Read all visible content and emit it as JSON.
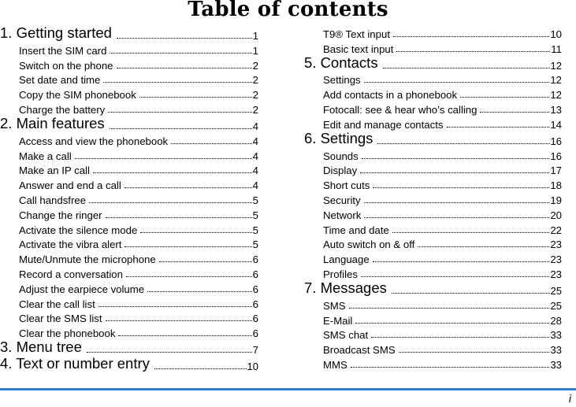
{
  "title": "Table of contents",
  "left_column": [
    {
      "kind": "chapter",
      "label": "1. Getting started",
      "page": "1"
    },
    {
      "kind": "section",
      "label": "Insert the SIM card",
      "page": "1"
    },
    {
      "kind": "section",
      "label": "Switch on the phone",
      "page": "2"
    },
    {
      "kind": "section",
      "label": "Set date and time",
      "page": "2"
    },
    {
      "kind": "section",
      "label": "Copy the SIM phonebook",
      "page": "2"
    },
    {
      "kind": "section",
      "label": "Charge the battery",
      "page": "2"
    },
    {
      "kind": "chapter",
      "label": "2. Main features",
      "page": "4"
    },
    {
      "kind": "section",
      "label": "Access and view the phonebook",
      "page": "4"
    },
    {
      "kind": "section",
      "label": "Make a call",
      "page": "4"
    },
    {
      "kind": "section",
      "label": "Make an IP call",
      "page": "4"
    },
    {
      "kind": "section",
      "label": "Answer and end a call",
      "page": "4"
    },
    {
      "kind": "section",
      "label": "Call handsfree",
      "page": "5"
    },
    {
      "kind": "section",
      "label": "Change the ringer",
      "page": "5"
    },
    {
      "kind": "section",
      "label": "Activate the silence mode",
      "page": "5"
    },
    {
      "kind": "section",
      "label": "Activate the vibra alert",
      "page": "5"
    },
    {
      "kind": "section",
      "label": "Mute/Unmute the microphone",
      "page": "6"
    },
    {
      "kind": "section",
      "label": "Record a conversation",
      "page": "6"
    },
    {
      "kind": "section",
      "label": "Adjust the earpiece volume",
      "page": "6"
    },
    {
      "kind": "section",
      "label": "Clear the call list",
      "page": "6"
    },
    {
      "kind": "section",
      "label": "Clear the SMS list",
      "page": "6"
    },
    {
      "kind": "section",
      "label": "Clear the phonebook",
      "page": "6"
    },
    {
      "kind": "chapter",
      "label": "3. Menu tree",
      "page": "7"
    },
    {
      "kind": "chapter",
      "label": "4. Text or number entry",
      "page": "10"
    }
  ],
  "right_column": [
    {
      "kind": "section",
      "label": "T9® Text input",
      "page": "10"
    },
    {
      "kind": "section",
      "label": "Basic text input",
      "page": "11"
    },
    {
      "kind": "chapter",
      "label": "5. Contacts",
      "page": "12"
    },
    {
      "kind": "section",
      "label": "Settings",
      "page": "12"
    },
    {
      "kind": "section",
      "label": "Add contacts in a phonebook",
      "page": "12"
    },
    {
      "kind": "section",
      "label": "Fotocall: see & hear who’s calling",
      "page": "13"
    },
    {
      "kind": "section",
      "label": "Edit and manage contacts",
      "page": "14"
    },
    {
      "kind": "chapter",
      "label": "6. Settings",
      "page": "16"
    },
    {
      "kind": "section",
      "label": "Sounds",
      "page": "16"
    },
    {
      "kind": "section",
      "label": "Display",
      "page": "17"
    },
    {
      "kind": "section",
      "label": "Short cuts",
      "page": "18"
    },
    {
      "kind": "section",
      "label": "Security",
      "page": "19"
    },
    {
      "kind": "section",
      "label": "Network",
      "page": "20"
    },
    {
      "kind": "section",
      "label": "Time and date",
      "page": "22"
    },
    {
      "kind": "section",
      "label": "Auto switch on & off",
      "page": "23"
    },
    {
      "kind": "section",
      "label": "Language",
      "page": "23"
    },
    {
      "kind": "section",
      "label": "Profiles",
      "page": "23"
    },
    {
      "kind": "chapter",
      "label": "7. Messages",
      "page": "25"
    },
    {
      "kind": "section",
      "label": "SMS",
      "page": "25"
    },
    {
      "kind": "section",
      "label": "E-Mail",
      "page": "28"
    },
    {
      "kind": "section",
      "label": "SMS chat",
      "page": "33"
    },
    {
      "kind": "section",
      "label": "Broadcast SMS",
      "page": "33"
    },
    {
      "kind": "section",
      "label": "MMS",
      "page": "33"
    }
  ],
  "footer": {
    "page_number": "i",
    "rule_color": "#2a7fd0"
  }
}
